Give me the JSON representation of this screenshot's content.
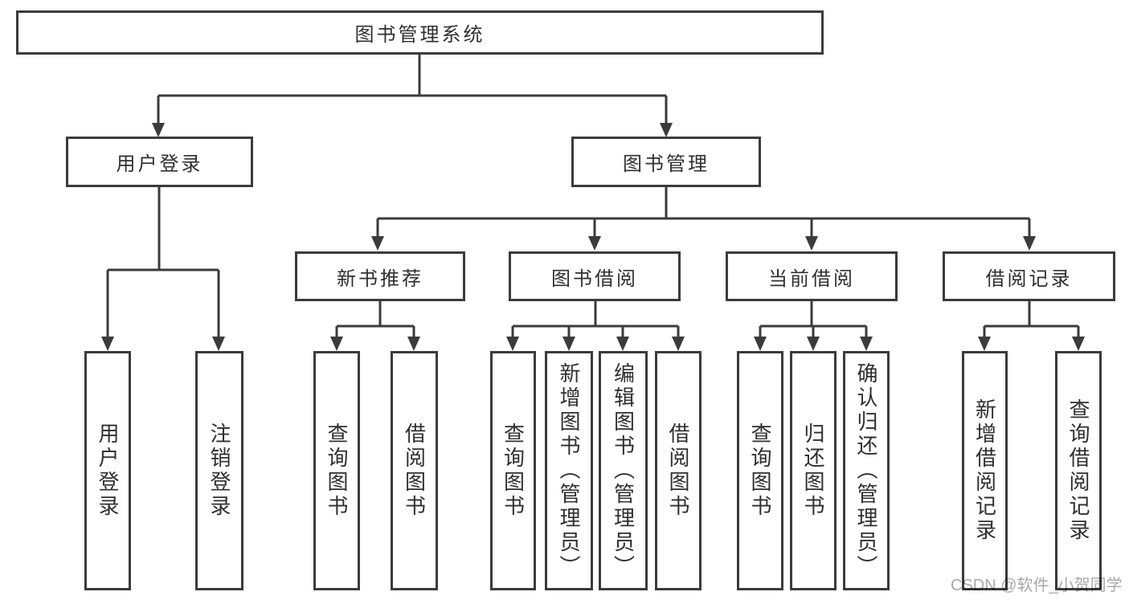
{
  "diagram_title": "图书管理系统",
  "nodes": {
    "root": "图书管理系统",
    "level2": [
      "用户登录",
      "图书管理"
    ],
    "level3": [
      "新书推荐",
      "图书借阅",
      "当前借阅",
      "借阅记录"
    ],
    "leaves": {
      "user_login": [
        "用户登录",
        "注销登录"
      ],
      "new_book": [
        "查询图书",
        "借阅图书"
      ],
      "book_borrow": [
        "查询图书",
        "新增图书（管理员）",
        "编辑图书（管理员）",
        "借阅图书"
      ],
      "current_borrow": [
        "查询图书",
        "归还图书",
        "确认归还（管理员）"
      ],
      "borrow_records": [
        "新增借阅记录",
        "查询借阅记录"
      ]
    }
  },
  "watermark": "CSDN @软件_小贺同学",
  "colors": {
    "border": "#3b3b3b",
    "line": "#3b3b3b",
    "text": "#2f2f2f",
    "background": "#ffffff",
    "watermark_text": "#a9a9a9"
  }
}
